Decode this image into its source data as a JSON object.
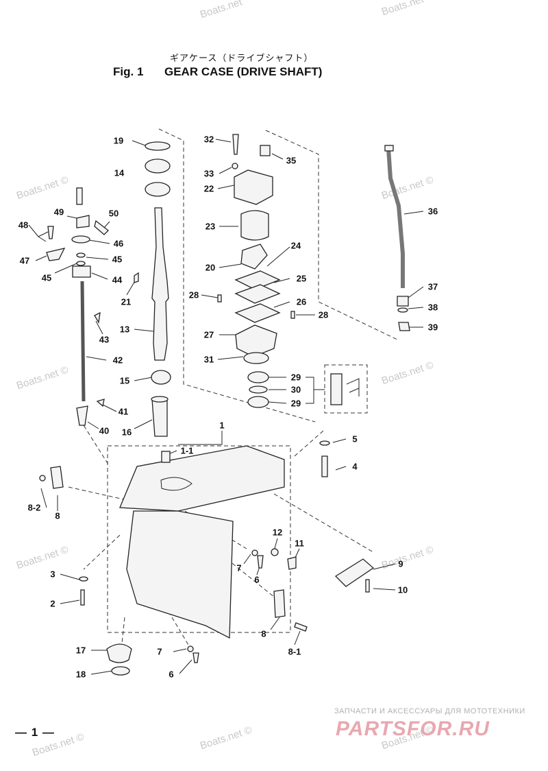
{
  "header": {
    "japanese_title": "ギアケース（ドライブシャフト）",
    "figure_label": "Fig. 1",
    "figure_title": "GEAR CASE   (DRIVE SHAFT)"
  },
  "page_number": "— 1 —",
  "watermark_text": "Boats.net ©",
  "watermark_partial": "Boats.net",
  "branding": {
    "tagline": "ЗАПЧАСТИ И АКСЕССУАРЫ ДЛЯ МОТОТЕХНИКИ",
    "logo": "PARTSFOR.RU"
  },
  "callouts": {
    "c1": "1",
    "c1_1": "1-1",
    "c2": "2",
    "c3": "3",
    "c4": "4",
    "c5": "5",
    "c6a": "6",
    "c6b": "6",
    "c7a": "7",
    "c7b": "7",
    "c8a": "8",
    "c8b": "8",
    "c8_1": "8-1",
    "c8_2": "8-2",
    "c9": "9",
    "c10": "10",
    "c11": "11",
    "c12": "12",
    "c13": "13",
    "c14": "14",
    "c15": "15",
    "c16": "16",
    "c17": "17",
    "c18": "18",
    "c19": "19",
    "c20": "20",
    "c21": "21",
    "c22": "22",
    "c23": "23",
    "c24": "24",
    "c25": "25",
    "c26": "26",
    "c27": "27",
    "c28a": "28",
    "c28b": "28",
    "c29a": "29",
    "c29b": "29",
    "c30": "30",
    "c31": "31",
    "c32": "32",
    "c33": "33",
    "c35": "35",
    "c36": "36",
    "c37": "37",
    "c38": "38",
    "c39": "39",
    "c40": "40",
    "c41": "41",
    "c42": "42",
    "c43": "43",
    "c44": "44",
    "c45a": "45",
    "c45b": "45",
    "c46": "46",
    "c47": "47",
    "c48": "48",
    "c49": "49",
    "c50": "50"
  }
}
